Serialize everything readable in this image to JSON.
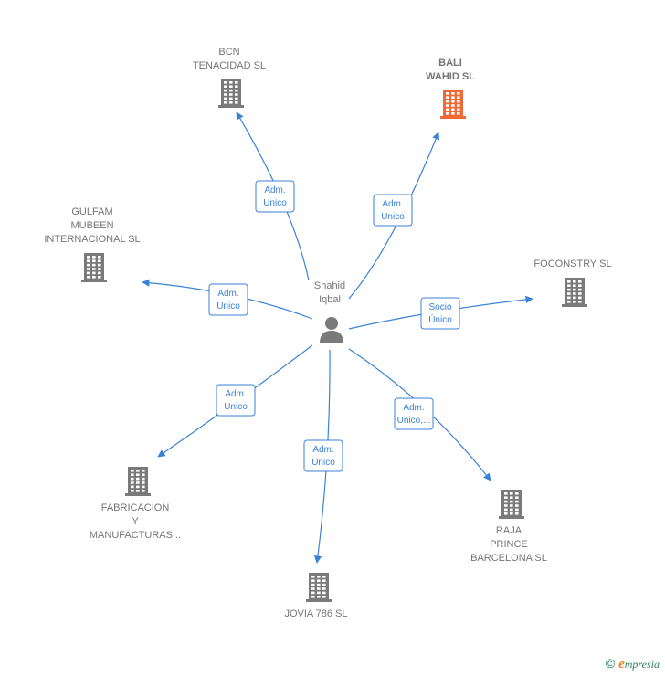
{
  "center": {
    "name_lines": [
      "Shahid",
      "Iqbal"
    ],
    "icon": "person-icon"
  },
  "companies": [
    {
      "id": "bcn",
      "lines": [
        "BCN",
        "TENACIDAD SL"
      ],
      "color": "#7a7a7a",
      "highlight": false
    },
    {
      "id": "bali",
      "lines": [
        "BALI",
        "WAHID  SL"
      ],
      "color": "#f06a35",
      "highlight": true
    },
    {
      "id": "gulfam",
      "lines": [
        "GULFAM",
        "MUBEEN",
        "INTERNACIONAL SL"
      ],
      "color": "#7a7a7a",
      "highlight": false
    },
    {
      "id": "foconstry",
      "lines": [
        "FOCONSTRY SL"
      ],
      "color": "#7a7a7a",
      "highlight": false
    },
    {
      "id": "fabricacion",
      "lines": [
        "FABRICACION",
        "Y",
        "MANUFACTURAS..."
      ],
      "color": "#7a7a7a",
      "highlight": false
    },
    {
      "id": "jovia",
      "lines": [
        "JOVIA 786  SL"
      ],
      "color": "#7a7a7a",
      "highlight": false
    },
    {
      "id": "raja",
      "lines": [
        "RAJA",
        "PRINCE",
        "BARCELONA SL"
      ],
      "color": "#7a7a7a",
      "highlight": false
    }
  ],
  "edges": [
    {
      "to": "bcn",
      "label": [
        "Adm.",
        "Unico"
      ]
    },
    {
      "to": "bali",
      "label": [
        "Adm.",
        "Unico"
      ]
    },
    {
      "to": "gulfam",
      "label": [
        "Adm.",
        "Unico"
      ]
    },
    {
      "to": "foconstry",
      "label": [
        "Socio",
        "Único"
      ]
    },
    {
      "to": "fabricacion",
      "label": [
        "Adm.",
        "Unico"
      ]
    },
    {
      "to": "jovia",
      "label": [
        "Adm.",
        "Unico"
      ]
    },
    {
      "to": "raja",
      "label": [
        "Adm.",
        "Unico,..."
      ]
    }
  ],
  "colors": {
    "edge": "#3b82d6",
    "building": "#7a7a7a",
    "highlight": "#f06a35",
    "text": "#757575"
  },
  "brand": {
    "copyright": "©",
    "name_initial": "e",
    "name_rest": "mpresia"
  }
}
